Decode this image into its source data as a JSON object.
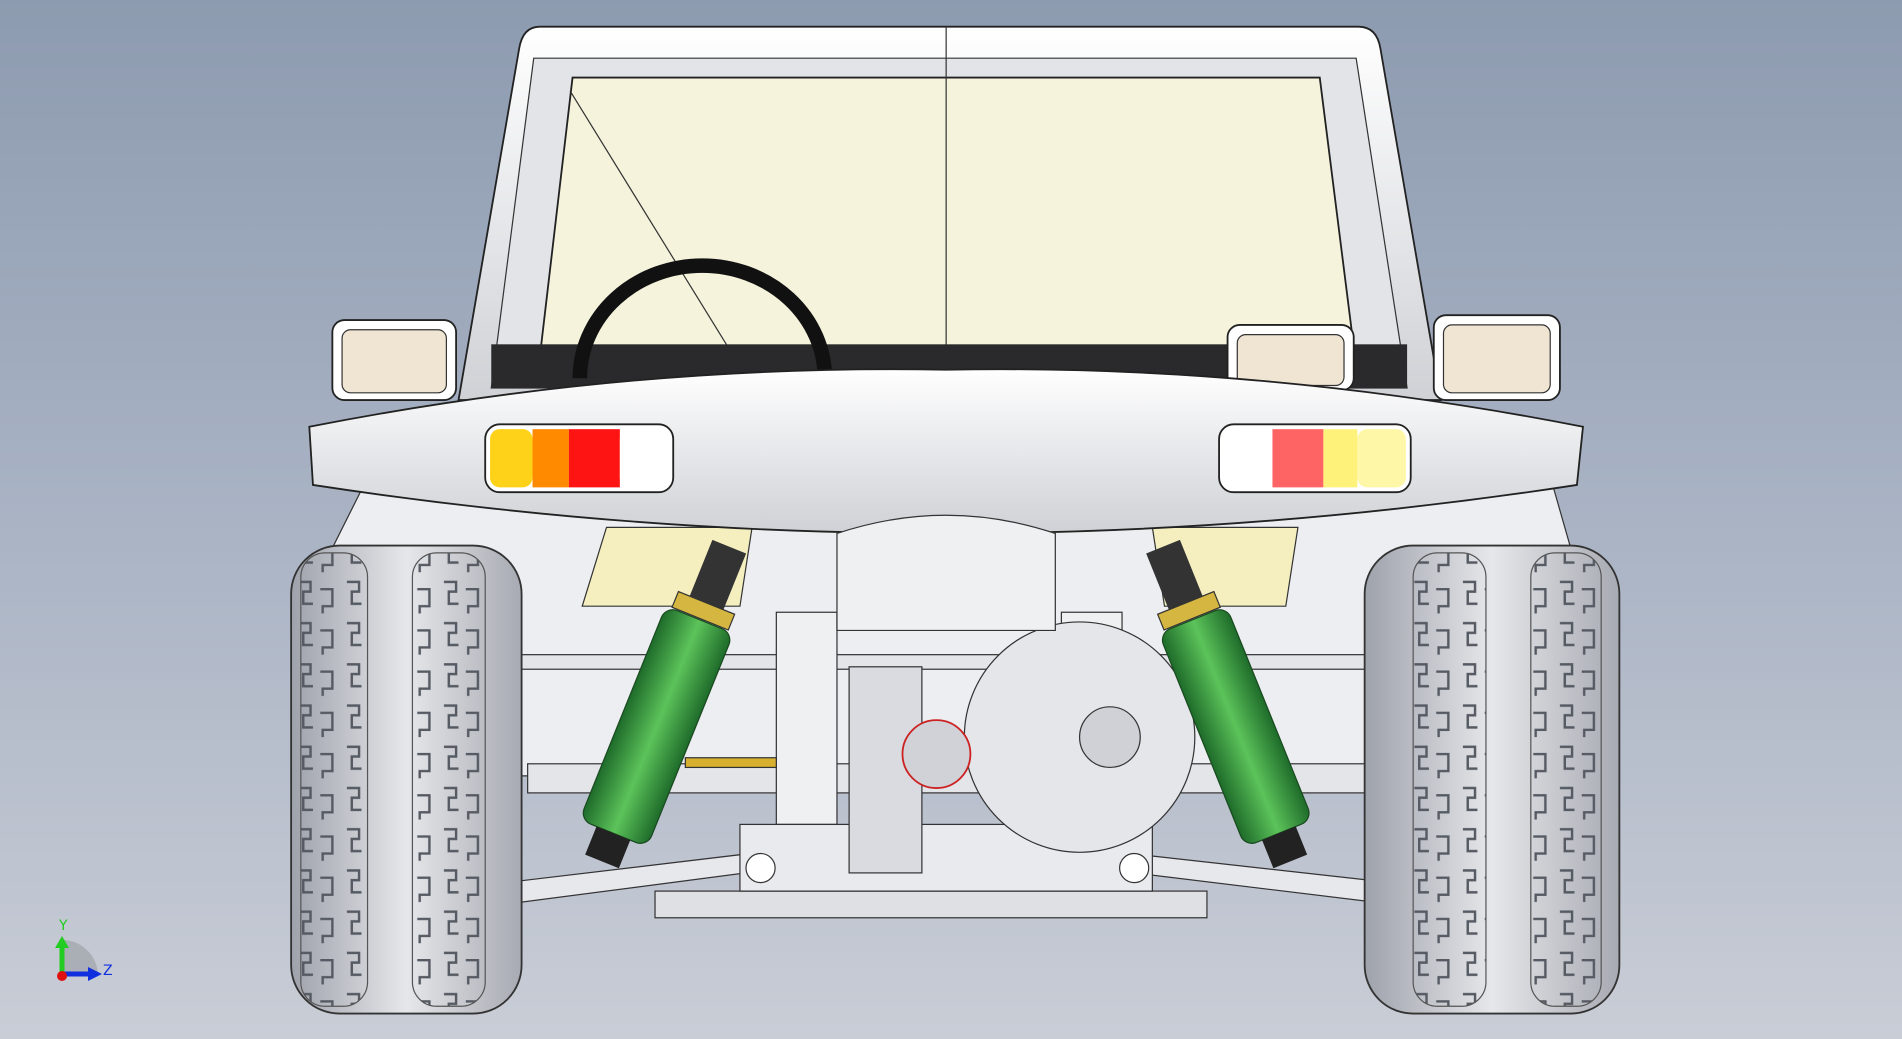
{
  "viewport": {
    "model": "vehicle-front-view",
    "colors": {
      "windshield": "#f5f3dc",
      "mirror_glass": "#f0e5d2",
      "shock_spring": "#3f9a3f",
      "tire": "#c8cad0",
      "body": "#f4f4f6"
    }
  },
  "triad": {
    "y_label": "Y",
    "z_label": "Z",
    "y_color": "#22cc22",
    "z_color": "#1030e0",
    "x_color": "#e01010"
  },
  "taillights": {
    "left": [
      "#ffd21a",
      "#ff8a00",
      "#ff1414",
      "#ffffff"
    ],
    "right": [
      "#ffffff",
      "#ffffff",
      "#ff6464",
      "#fff27a",
      "#fff7a8"
    ]
  }
}
